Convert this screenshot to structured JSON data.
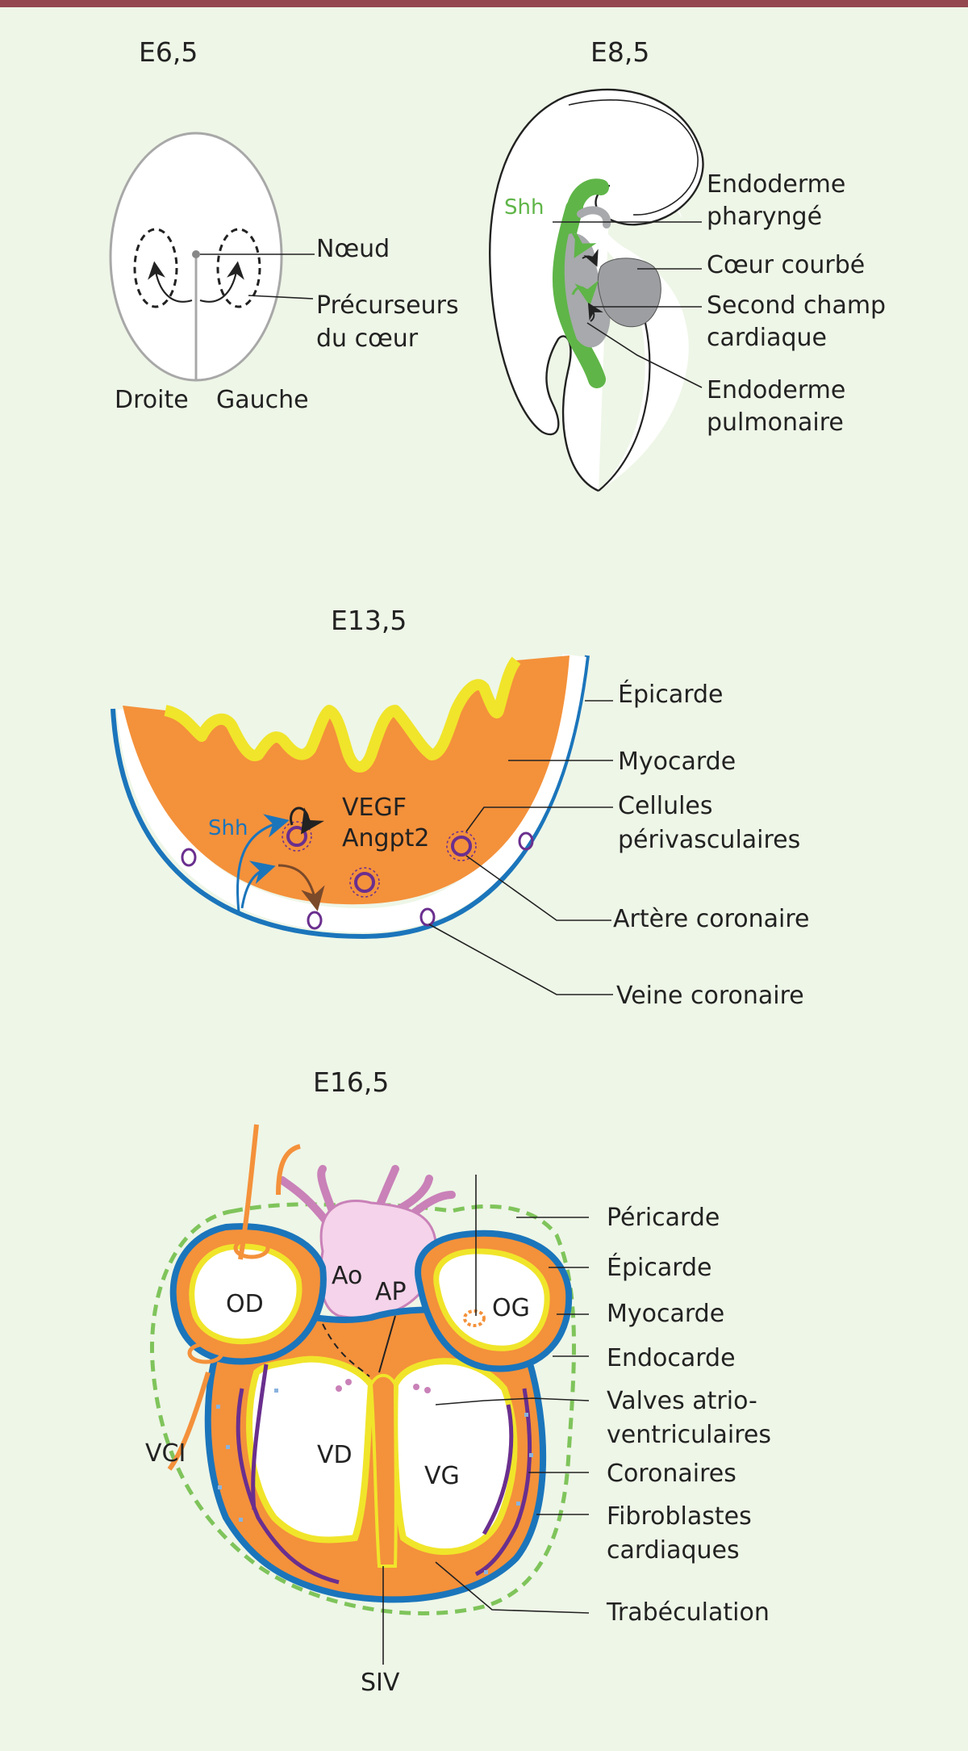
{
  "colors": {
    "background": "#eef6e7",
    "top_bar": "#93474f",
    "myocardium": "#f4913b",
    "epicardium": "#1b75bb",
    "endocardium": "#f0e52a",
    "shh_signal": "#5fb548",
    "pericardium": "#7fc45b",
    "great_vessels": "#f5d3ea",
    "coronary_artery": "#6a2f8e",
    "fibroblast": "#8ab3dd"
  },
  "panels": [
    {
      "stage": "E6,5",
      "labels": {
        "noeud": "Nœud",
        "precurseurs": [
          "Précurseurs",
          "du cœur"
        ],
        "droite": "Droite",
        "gauche": "Gauche"
      }
    },
    {
      "stage": "E8,5",
      "signal": "Shh",
      "labels": {
        "endoderme_pharynge": [
          "Endoderme",
          "pharyngé"
        ],
        "coeur_courbe": "Cœur courbé",
        "second_champ": [
          "Second champ",
          "cardiaque"
        ],
        "endoderme_pulmonaire": [
          "Endoderme",
          "pulmonaire"
        ]
      }
    },
    {
      "stage": "E13,5",
      "signal": "Shh",
      "factors": [
        "VEGF",
        "Angpt2"
      ],
      "labels": {
        "epicarde": "Épicarde",
        "myocarde": "Myocarde",
        "cellules_perivasculaires": [
          "Cellules",
          "périvasculaires"
        ],
        "artere_coronaire": "Artère coronaire",
        "veine_coronaire": "Veine coronaire"
      }
    },
    {
      "stage": "E16,5",
      "chambers": {
        "od": "OD",
        "og": "OG",
        "vd": "VD",
        "vg": "VG",
        "ao": "Ao",
        "ap": "AP",
        "vci": "VCI",
        "siv": "SIV"
      },
      "labels": {
        "pericarde": "Péricarde",
        "epicarde": "Épicarde",
        "myocarde": "Myocarde",
        "endocarde": "Endocarde",
        "valves": [
          "Valves atrio-",
          "ventriculaires"
        ],
        "coronaires": "Coronaires",
        "fibroblastes": [
          "Fibroblastes",
          "cardiaques"
        ],
        "trabeculation": "Trabéculation"
      }
    }
  ]
}
